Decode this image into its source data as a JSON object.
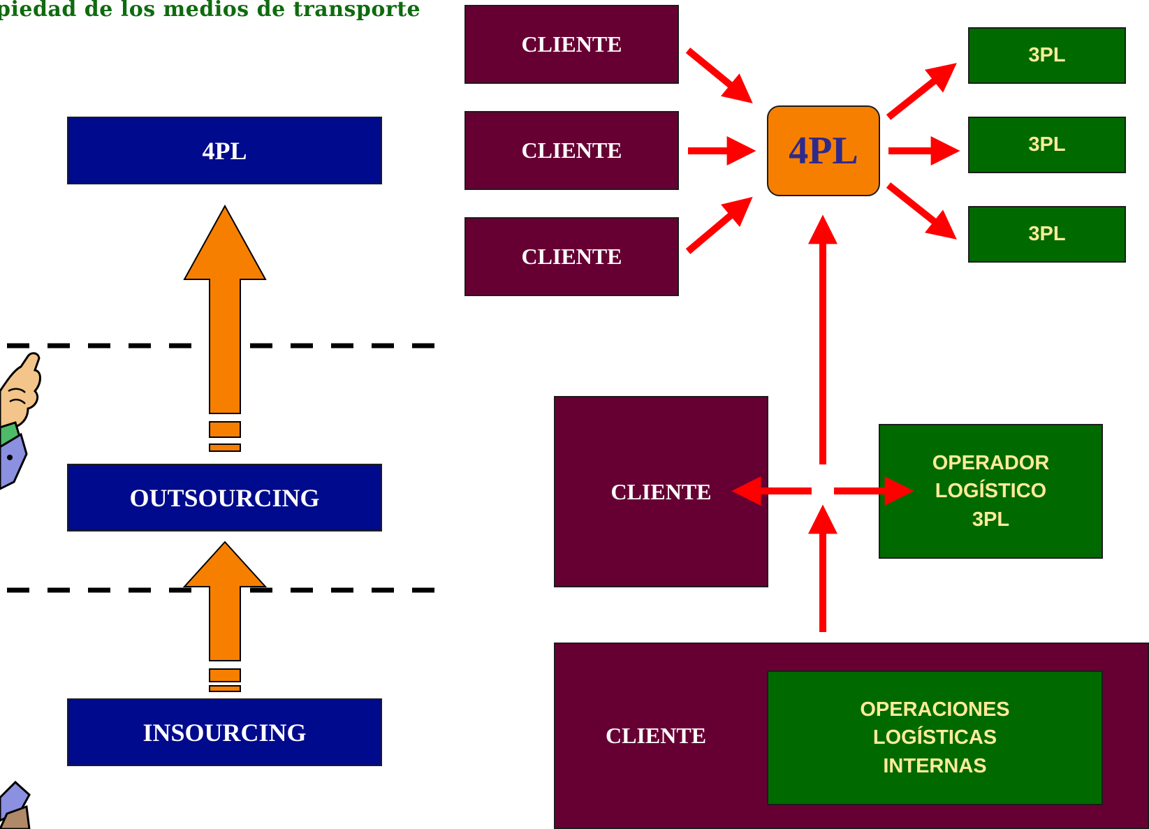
{
  "title": "piedad de los medios de transporte",
  "left_stack": {
    "top": "4PL",
    "middle": "OUTSOURCING",
    "bottom": "INSOURCING"
  },
  "top_right": {
    "clients": [
      "CLIENTE",
      "CLIENTE",
      "CLIENTE"
    ],
    "hub": "4PL",
    "providers": [
      "3PL",
      "3PL",
      "3PL"
    ]
  },
  "middle_right": {
    "client": "CLIENTE",
    "operator": "OPERADOR\nLOGÍSTICO\n3PL"
  },
  "bottom_right": {
    "client": "CLIENTE",
    "internal": "OPERACIONES\nLOGÍSTICAS\nINTERNAS"
  },
  "colors": {
    "title": "#0e6b0e",
    "blue_box": "#000a8c",
    "maroon_box": "#660033",
    "green_box": "#006a00",
    "green_text": "#ffeb99",
    "hub": "#f77f00",
    "red_arrow": "#ff0000",
    "orange_arrow": "#f77f00"
  },
  "icons": [
    "pointing-cartoon-figure-icon"
  ]
}
